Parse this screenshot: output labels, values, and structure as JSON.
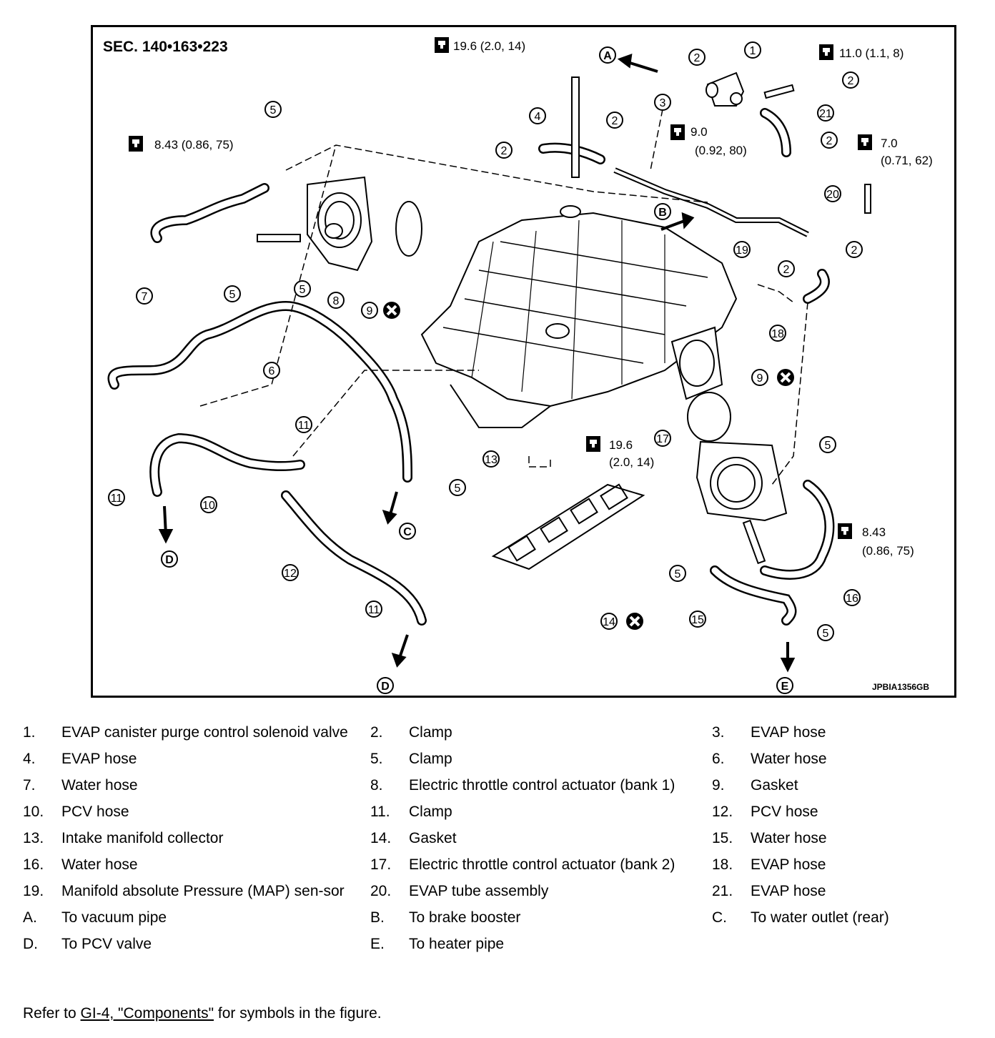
{
  "figure": {
    "section": "SEC. 140•163•223",
    "code": "JPBIA1356GB",
    "torques": {
      "t1": "19.6 (2.0, 14)",
      "t2": "11.0 (1.1, 8)",
      "t3a": "9.0",
      "t3b": "(0.92, 80)",
      "t4a": "7.0",
      "t4b": "(0.71, 62)",
      "t5": "8.43 (0.86, 75)",
      "t6a": "19.6",
      "t6b": "(2.0, 14)",
      "t7a": "8.43",
      "t7b": "(0.86, 75)"
    },
    "callouts": [
      "1",
      "2",
      "3",
      "4",
      "5",
      "6",
      "7",
      "8",
      "9",
      "10",
      "11",
      "12",
      "13",
      "14",
      "15",
      "16",
      "17",
      "18",
      "19",
      "20",
      "21"
    ],
    "letters": [
      "A",
      "B",
      "C",
      "D",
      "E"
    ]
  },
  "legend": [
    [
      {
        "n": "1.",
        "t": "EVAP canister purge control solenoid valve"
      },
      {
        "n": "2.",
        "t": "Clamp"
      },
      {
        "n": "3.",
        "t": "EVAP hose"
      }
    ],
    [
      {
        "n": "4.",
        "t": "EVAP hose"
      },
      {
        "n": "5.",
        "t": "Clamp"
      },
      {
        "n": "6.",
        "t": "Water hose"
      }
    ],
    [
      {
        "n": "7.",
        "t": "Water hose"
      },
      {
        "n": "8.",
        "t": "Electric throttle control actuator (bank 1)"
      },
      {
        "n": "9.",
        "t": "Gasket"
      }
    ],
    [
      {
        "n": "10.",
        "t": "PCV hose"
      },
      {
        "n": "11.",
        "t": "Clamp"
      },
      {
        "n": "12.",
        "t": "PCV hose"
      }
    ],
    [
      {
        "n": "13.",
        "t": "Intake manifold collector"
      },
      {
        "n": "14.",
        "t": "Gasket"
      },
      {
        "n": "15.",
        "t": "Water hose"
      }
    ],
    [
      {
        "n": "16.",
        "t": "Water hose"
      },
      {
        "n": "17.",
        "t": "Electric throttle control actuator (bank 2)"
      },
      {
        "n": "18.",
        "t": "EVAP hose"
      }
    ],
    [
      {
        "n": "19.",
        "t": "Manifold absolute Pressure (MAP) sen-sor"
      },
      {
        "n": "20.",
        "t": "EVAP tube assembly"
      },
      {
        "n": "21.",
        "t": "EVAP hose"
      }
    ],
    [
      {
        "n": "A.",
        "t": "To vacuum pipe"
      },
      {
        "n": "B.",
        "t": "To brake booster"
      },
      {
        "n": "C.",
        "t": "To water outlet (rear)"
      }
    ],
    [
      {
        "n": "D.",
        "t": "To PCV valve"
      },
      {
        "n": "E.",
        "t": "To heater pipe"
      },
      {
        "n": "",
        "t": ""
      }
    ]
  ],
  "footnote": {
    "before": "Refer to ",
    "link": "GI-4, \"Components\"",
    "after": " for symbols in the figure."
  }
}
